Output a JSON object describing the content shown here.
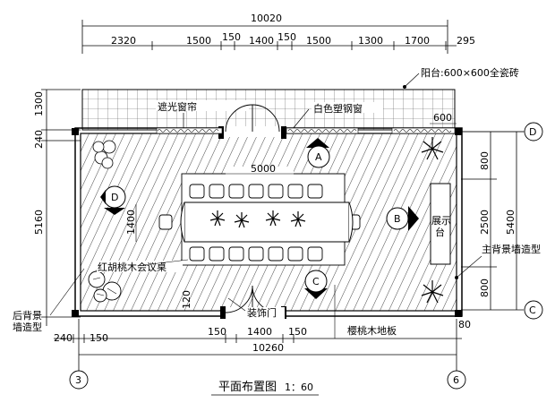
{
  "plan": {
    "top_total": "10020",
    "top_dims": [
      "2320",
      "1500",
      "150",
      "1400",
      "150",
      "1500",
      "1300",
      "1700",
      "295"
    ],
    "left_dims": [
      "1300",
      "240",
      "5160"
    ],
    "right_dims": [
      "800",
      "2500",
      "800",
      "5400"
    ],
    "bottom_dims": [
      "240",
      "150",
      "150",
      "1400",
      "150",
      "80"
    ],
    "bottom_total": "10260",
    "axis_top": "D",
    "axis_bottom": "C",
    "axis_left": "3",
    "axis_right": "6",
    "labels": {
      "balcony": "阳台:600×600全瓷砖",
      "curtain": "遮光窗帘",
      "window": "白色塑钢窗",
      "table_len": "5000",
      "table_w": "1400",
      "table_name": "红胡桃木会议桌",
      "display_a": "展示",
      "display_b": "台",
      "back_wall_a": "后背景",
      "back_wall_b": "墙造型",
      "main_wall": "主背景墙造型",
      "door": "装饰门",
      "floor": "樱桃木地板",
      "d120": "120",
      "d600": "600"
    },
    "markers": {
      "a": "A",
      "b": "B",
      "c": "C",
      "d": "D"
    },
    "title": "平面布置图",
    "scale": "1：60"
  }
}
